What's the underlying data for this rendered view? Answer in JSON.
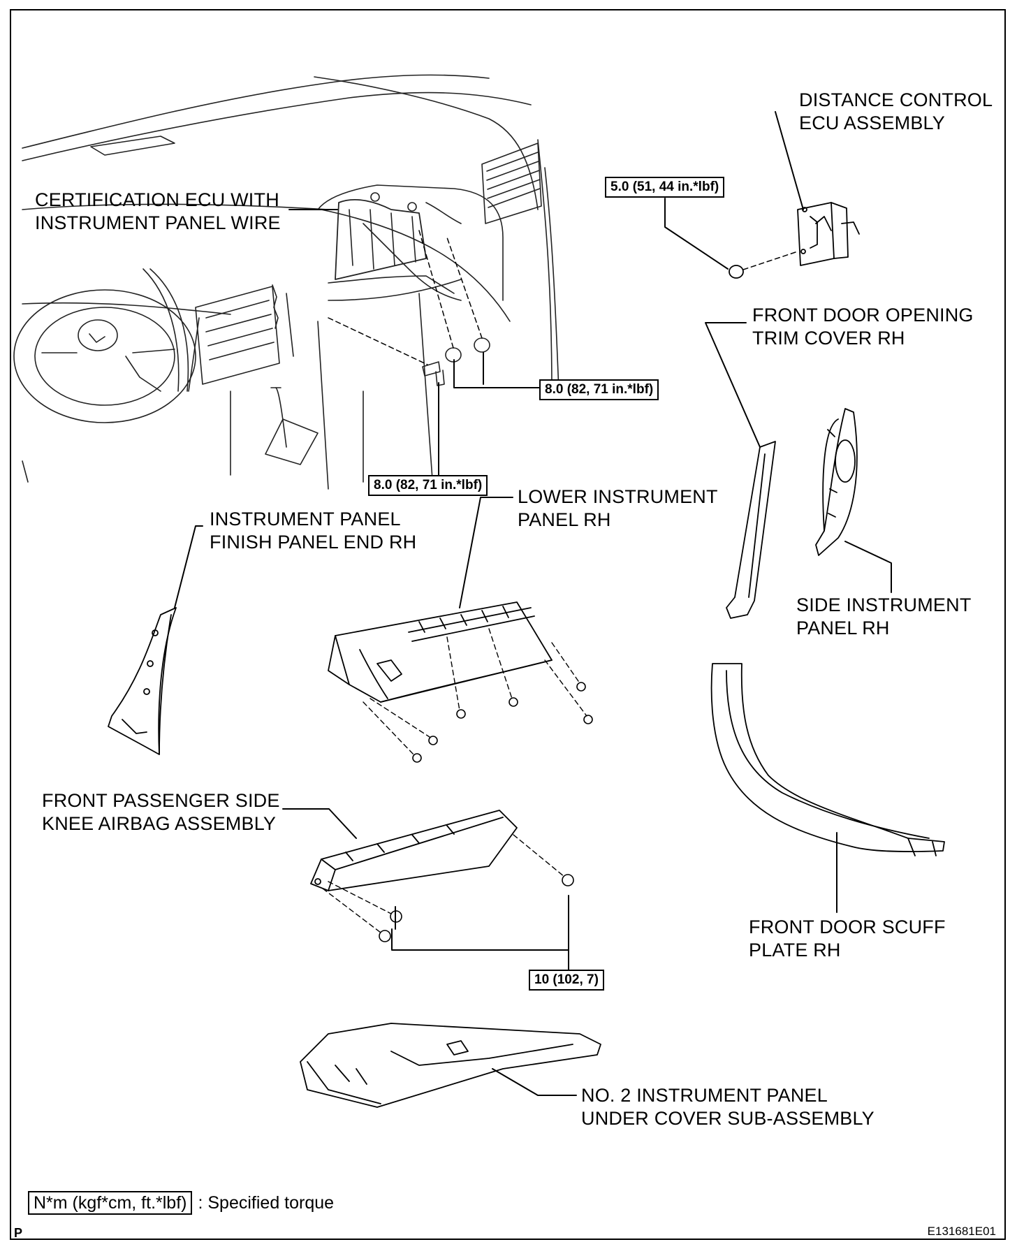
{
  "labels": {
    "distance_control_ecu": [
      "DISTANCE CONTROL",
      "ECU ASSEMBLY"
    ],
    "certification_ecu": [
      "CERTIFICATION ECU WITH",
      "INSTRUMENT PANEL WIRE"
    ],
    "front_door_opening_trim": [
      "FRONT DOOR OPENING",
      "TRIM COVER RH"
    ],
    "lower_instrument_panel": [
      "LOWER INSTRUMENT",
      "PANEL RH"
    ],
    "finish_panel_end": [
      "INSTRUMENT PANEL",
      "FINISH PANEL END RH"
    ],
    "side_instrument_panel": [
      "SIDE INSTRUMENT",
      "PANEL RH"
    ],
    "knee_airbag": [
      "FRONT PASSENGER SIDE",
      "KNEE AIRBAG ASSEMBLY"
    ],
    "door_scuff_plate": [
      "FRONT DOOR SCUFF",
      "PLATE RH"
    ],
    "under_cover": [
      "NO. 2 INSTRUMENT PANEL",
      "UNDER COVER SUB-ASSEMBLY"
    ]
  },
  "torques": {
    "ecu_nut": "5.0 (51, 44 in.*lbf)",
    "nuts_upper": "8.0 (82, 71 in.*lbf)",
    "bolt_lower": "8.0 (82, 71 in.*lbf)",
    "airbag_bolts": "10 (102, 7)"
  },
  "legend": {
    "unit_box": "N*m (kgf*cm, ft.*lbf)",
    "description": ": Specified torque"
  },
  "corner_mark": "P",
  "figure_code": "E131681E01"
}
